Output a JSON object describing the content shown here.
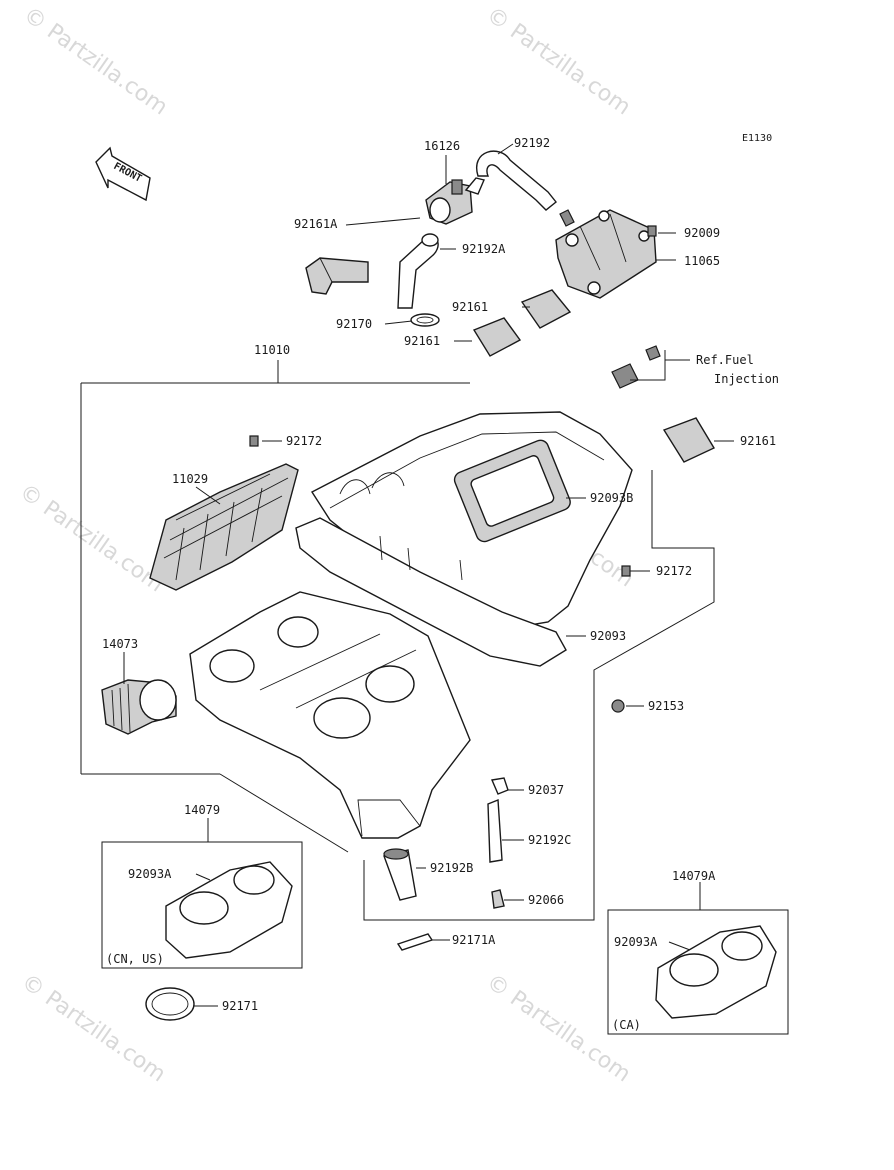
{
  "diagram_id": "E1130",
  "front_arrow_text": "FRONT",
  "watermark_text": "© Partzilla.com",
  "parts": {
    "p16126": "16126",
    "p92192": "92192",
    "p92009": "92009",
    "p11065": "11065",
    "p92161A": "92161A",
    "p92192A": "92192A",
    "p92161_a": "92161",
    "p92170": "92170",
    "p92161_b": "92161",
    "p11010": "11010",
    "p92161_c": "92161",
    "p92172_a": "92172",
    "p11029": "11029",
    "p92093B": "92093B",
    "p92172_b": "92172",
    "p14073": "14073",
    "p92093": "92093",
    "p92153": "92153",
    "p92037": "92037",
    "p14079": "14079",
    "p92192C": "92192C",
    "p92093A_a": "92093A",
    "p92192B": "92192B",
    "p92066": "92066",
    "p14079A": "14079A",
    "p92171A": "92171A",
    "p92093A_b": "92093A",
    "p92171": "92171"
  },
  "ref_note": {
    "line1": "Ref.Fuel",
    "line2": "Injection"
  },
  "region_notes": {
    "cn_us": "(CN, US)",
    "ca": "(CA)"
  }
}
